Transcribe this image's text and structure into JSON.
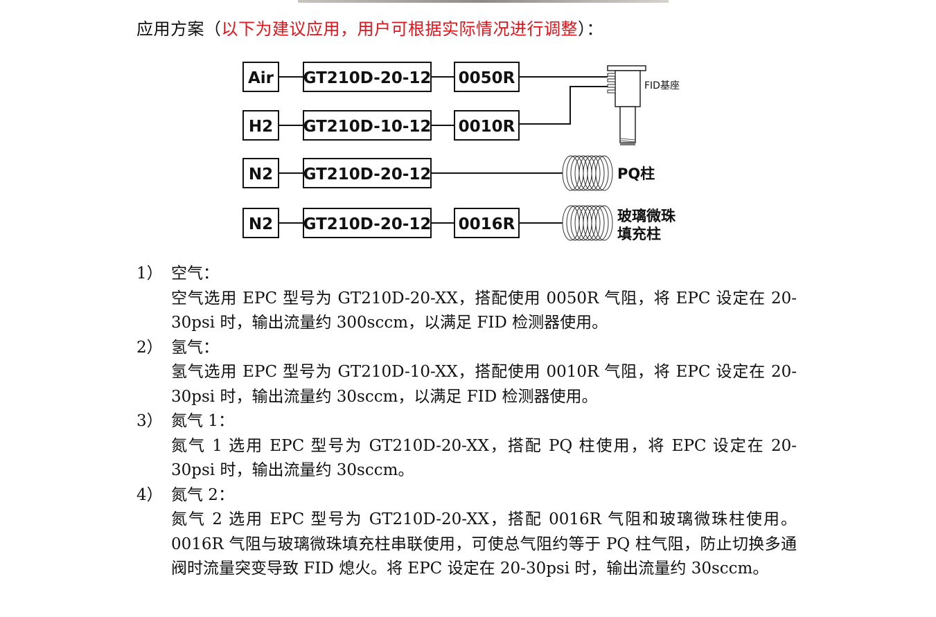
{
  "heading": {
    "prefix": "应用方案（",
    "note": "以下为建议应用，用户可根据实际情况进行调整",
    "suffix": "）："
  },
  "diagram": {
    "rows": [
      {
        "gas": "Air",
        "epc": "GT210D-20-12",
        "restrictor": "0050R"
      },
      {
        "gas": "H2",
        "epc": "GT210D-10-12",
        "restrictor": "0010R"
      },
      {
        "gas": "N2",
        "epc": "GT210D-20-12",
        "restrictor": ""
      },
      {
        "gas": "N2",
        "epc": "GT210D-20-12",
        "restrictor": "0016R"
      }
    ],
    "fid_label": "FID基座",
    "pq_label": "PQ柱",
    "glass_label_line1": "玻璃微珠",
    "glass_label_line2": "填充柱"
  },
  "sections": [
    {
      "num": "1）",
      "title": "空气：",
      "body": "空气选用 EPC 型号为 GT210D-20-XX，搭配使用 0050R 气阻，将 EPC 设定在 20-30psi 时，输出流量约 300sccm，以满足 FID 检测器使用。"
    },
    {
      "num": "2）",
      "title": "氢气：",
      "body": "氢气选用 EPC 型号为 GT210D-10-XX，搭配使用 0010R 气阻，将 EPC 设定在 20-30psi 时，输出流量约 30sccm，以满足 FID 检测器使用。"
    },
    {
      "num": "3）",
      "title": "氮气 1：",
      "body": "氮气 1 选用 EPC 型号为 GT210D-20-XX，搭配 PQ 柱使用，将 EPC 设定在 20-30psi 时，输出流量约 30sccm。"
    },
    {
      "num": "4）",
      "title": "氮气 2：",
      "body": "氮气 2 选用 EPC 型号为 GT210D-20-XX，搭配 0016R 气阻和玻璃微珠柱使用。0016R 气阻与玻璃微珠填充柱串联使用，可使总气阻约等于 PQ 柱气阻，防止切换多通阀时流量突变导致 FID 熄火。将 EPC 设定在 20-30psi 时，输出流量约 30sccm。"
    }
  ]
}
